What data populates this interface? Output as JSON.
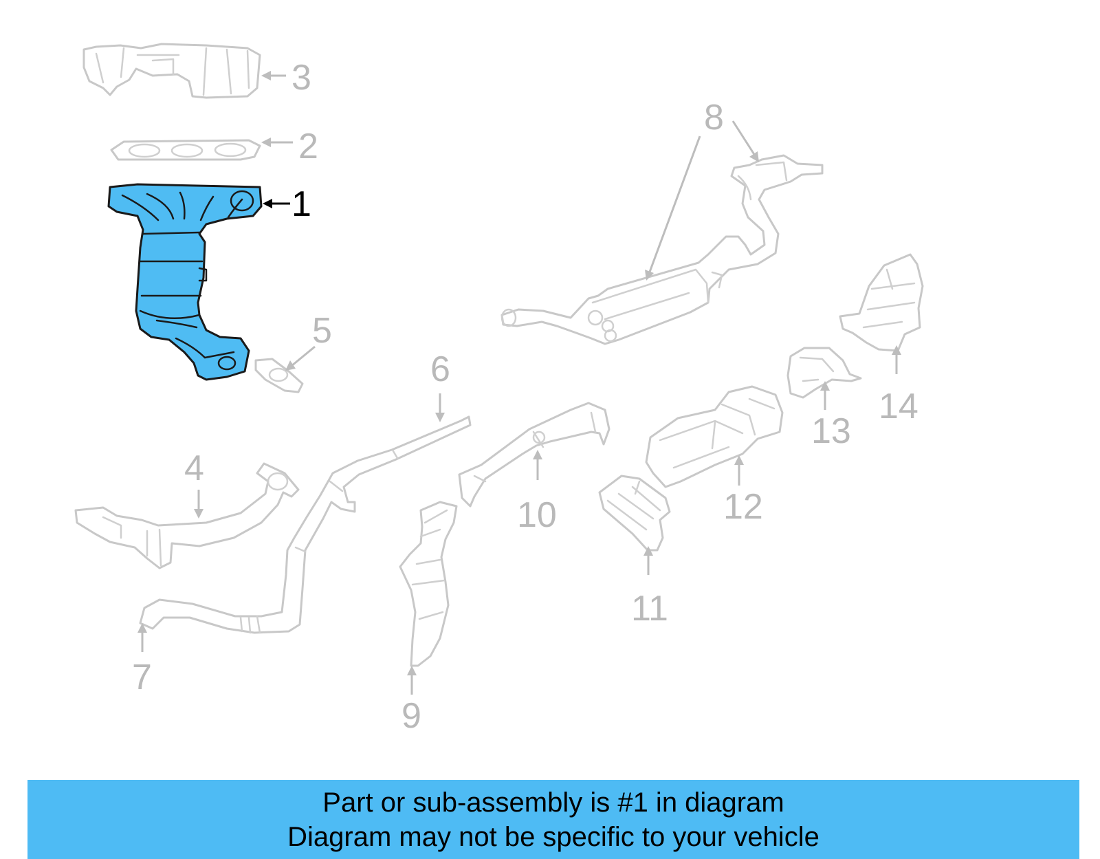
{
  "callouts": [
    {
      "id": "1",
      "label": "1",
      "highlighted": true
    },
    {
      "id": "2",
      "label": "2",
      "highlighted": false
    },
    {
      "id": "3",
      "label": "3",
      "highlighted": false
    },
    {
      "id": "4",
      "label": "4",
      "highlighted": false
    },
    {
      "id": "5",
      "label": "5",
      "highlighted": false
    },
    {
      "id": "6",
      "label": "6",
      "highlighted": false
    },
    {
      "id": "7",
      "label": "7",
      "highlighted": false
    },
    {
      "id": "8",
      "label": "8",
      "highlighted": false
    },
    {
      "id": "9",
      "label": "9",
      "highlighted": false
    },
    {
      "id": "10",
      "label": "10",
      "highlighted": false
    },
    {
      "id": "11",
      "label": "11",
      "highlighted": false
    },
    {
      "id": "12",
      "label": "12",
      "highlighted": false
    },
    {
      "id": "13",
      "label": "13",
      "highlighted": false
    },
    {
      "id": "14",
      "label": "14",
      "highlighted": false
    }
  ],
  "banner": {
    "line1": "Part or sub-assembly is #1 in diagram",
    "line2": "Diagram may not be specific to your vehicle"
  },
  "colors": {
    "highlight": "#4fbcf3",
    "banner": "#4ebbf4",
    "ghost_line": "#c8c8c8",
    "callout_inactive": "#b9b9b9",
    "callout_active": "#000000"
  }
}
